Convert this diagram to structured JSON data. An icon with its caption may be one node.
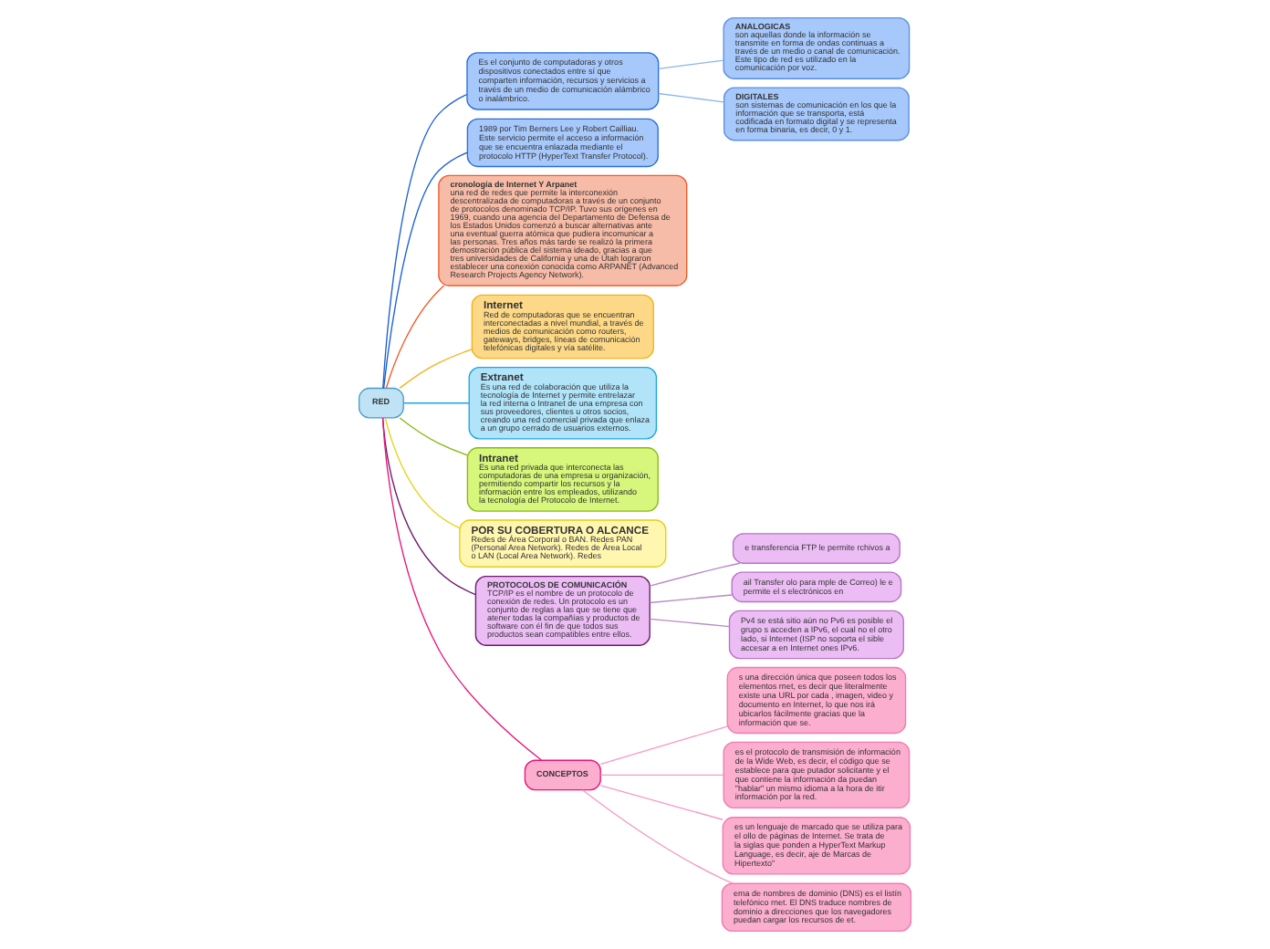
{
  "diagram": {
    "nodes": [
      {
        "text": [
          "RED"
        ]
      },
      {
        "text": [
          "Es el conjunto de computadoras y otros dispositivos conectados entre sí que comparten información, recursos y servicios a través de un medio de comunicación alámbrico o inalámbrico."
        ]
      },
      {
        "text": [
          "**ANALOGICAS** son aquellas donde la información se transmite en forma de ondas continuas a través de un medio o canal de comunicación. Este tipo de red es utilizado en la comunicación por voz."
        ]
      },
      {
        "text": [
          "**DIGITALES** son sistemas de comunicación en los que la información que se transporta, está codificada en formato digital y se representa en forma binaria, es decir, 0 y 1."
        ]
      },
      {
        "text": [
          "1989 por Tim Berners Lee y Robert Cailliau. Este servicio permite el acceso a información que se encuentra enlazada mediante el protocolo HTTP (HyperText Transfer Protocol)."
        ]
      },
      {
        "text": [
          "**cronología de Internet Y Arpanet** una red de redes que permite la interconexión descentralizada de computadoras a través de un conjunto de protocolos denominado TCP/IP. Tuvo sus orígenes en 1969, cuando una agencia del Departamento de Defensa de los Estados Unidos comenzó a buscar alternativas ante una eventual guerra atómica que pudiera incomunicar a las personas. Tres años más tarde se realizó la primera demostración pública del sistema ideado, gracias a que tres universidades de California y una de Utah lograron establecer una conexión conocida como ARPANET (Advanced Research Projects Agency Network)."
        ]
      },
      {
        "text": [
          "Internet",
          "Red de computadoras que se encuentran interconectadas a nivel mundial, a través de medios de comunicación como routers, gateways, bridges, líneas de comunicación telefónicas digitales y vía satélite."
        ]
      },
      {
        "text": [
          "Extranet",
          "Es una red de colaboración que utiliza la tecnología de Internet y permite entrelazar la red interna o Intranet de una empresa con sus proveedores, clientes u otros socios, creando una red comercial privada que enlaza a un grupo cerrado de usuarios externos."
        ]
      },
      {
        "text": [
          "Intranet",
          "Es una red privada que interconecta las computadoras de una empresa u organización, permitiendo compartir los recursos y la información entre los empleados, utilizando la tecnología del Protocolo de Internet."
        ]
      },
      {
        "text": [
          "POR SU COBERTURA O ALCANCE",
          "Redes de Área Corporal o BAN. Redes PAN (Personal Area Network). Redes de Área Local o LAN (Local Area Network). Redes"
        ]
      },
      {
        "text": [
          "**PROTOCOLOS DE COMUNICACIÓN** TCP/IP es el nombre de un protocolo de conexión de redes. Un protocolo es un conjunto de reglas a las que se tiene que atener todas la compañías y productos de software con él fin de que todos sus productos sean compatibles entre ellos."
        ]
      },
      {
        "text": [
          "e transferencia FTP le permite rchivos a"
        ]
      },
      {
        "text": [
          "ail Transfer olo para mple de Correo) le e permite el s electrónicos en"
        ]
      },
      {
        "text": [
          "Pv4 se está sitio aún no Pv6 es posible el grupo s acceden a IPv6, el cual no el otro lado, si Internet (ISP no soporta el sible accesar a en Internet ones IPv6."
        ]
      },
      {
        "text": [
          "CONCEPTOS"
        ]
      },
      {
        "text": [
          "s una dirección única que poseen todos los elementos rnet, es decir que literalmente existe una URL por cada , imagen, video y documento en Internet, lo que nos irá ubicarlos fácilmente gracias que la información que se."
        ]
      },
      {
        "text": [
          "es el protocolo de transmisión de información de la Wide Web, es decir, el código que se establece para que putador solicitante y el que contiene la información da puedan \"hablar\" un mismo idioma a la hora de itir información por la red."
        ]
      },
      {
        "text": [
          "es un lenguaje de marcado que se utiliza para el ollo de páginas de Internet. Se trata de la siglas que ponden a HyperText Markup Language, es decir, aje de Marcas de Hipertexto\""
        ]
      },
      {
        "text": [
          "ema de nombres de dominio (DNS) es el listín telefónico rnet. El DNS traduce nombres de dominio a direcciones que los navegadores puedan cargar los recursos de et."
        ]
      }
    ],
    "edges": [
      {
        "from": 0,
        "to": 1,
        "arrow": "none",
        "color": "#1a5fd6"
      },
      {
        "from": 1,
        "to": 2,
        "arrow": "none",
        "color": "#8db6e8"
      },
      {
        "from": 1,
        "to": 3,
        "arrow": "none",
        "color": "#8db6e8"
      },
      {
        "from": 0,
        "to": 4,
        "arrow": "none",
        "color": "#1a5fd6"
      },
      {
        "from": 0,
        "to": 5,
        "arrow": "none",
        "color": "#f05a28"
      },
      {
        "from": 0,
        "to": 6,
        "arrow": "none",
        "color": "#f5b21a"
      },
      {
        "from": 0,
        "to": 7,
        "arrow": "none",
        "color": "#1aa6e0"
      },
      {
        "from": 0,
        "to": 8,
        "arrow": "none",
        "color": "#8ab817"
      },
      {
        "from": 0,
        "to": 9,
        "arrow": "none",
        "color": "#e6d214"
      },
      {
        "from": 0,
        "to": 10,
        "arrow": "none",
        "color": "#6b1a6b"
      },
      {
        "from": 10,
        "to": 11,
        "arrow": "none",
        "color": "#b98ac4"
      },
      {
        "from": 10,
        "to": 12,
        "arrow": "none",
        "color": "#b98ac4"
      },
      {
        "from": 10,
        "to": 13,
        "arrow": "none",
        "color": "#b98ac4"
      },
      {
        "from": 0,
        "to": 14,
        "arrow": "none",
        "color": "#e8157a"
      },
      {
        "from": 14,
        "to": 15,
        "arrow": "none",
        "color": "#f59ac4"
      },
      {
        "from": 14,
        "to": 16,
        "arrow": "none",
        "color": "#f59ac4"
      },
      {
        "from": 14,
        "to": 17,
        "arrow": "none",
        "color": "#f59ac4"
      },
      {
        "from": 14,
        "to": 18,
        "arrow": "none",
        "color": "#f59ac4"
      }
    ]
  }
}
